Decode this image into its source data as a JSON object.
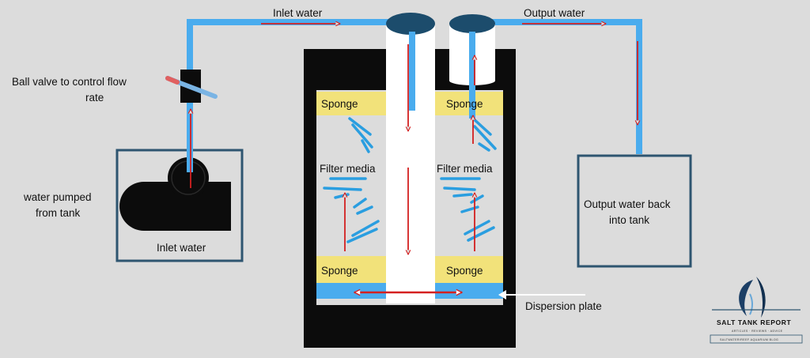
{
  "labels": {
    "inlet_water_top": "Inlet water",
    "output_water_top": "Output water",
    "ball_valve_line1": "Ball valve to control flow",
    "ball_valve_line2": "rate",
    "pumped_line1": "water pumped",
    "pumped_line2": "from tank",
    "inlet_water_box": "Inlet water",
    "output_back_line1": "Output water back",
    "output_back_line2": "into tank",
    "sponge_top_left": "Sponge",
    "sponge_top_right": "Sponge",
    "sponge_bottom_left": "Sponge",
    "sponge_bottom_right": "Sponge",
    "filter_media_left": "Filter media",
    "filter_media_right": "Filter media",
    "dispersion_plate": "Dispersion plate"
  },
  "logo": {
    "title": "SALT TANK REPORT",
    "tagline": "ARTICLES · REVIEWS · ADVICE",
    "footer": "SALTWATER/REEF AQUARIUM BLOG"
  },
  "colors": {
    "background": "#dcdcdc",
    "pipe_blue": "#4aacee",
    "arrow_red": "#d42020",
    "sponge_yellow": "#f2e27a",
    "box_border": "#2e5570",
    "housing_black": "#0c0c0c",
    "cap_navy": "#1c4c6c"
  }
}
